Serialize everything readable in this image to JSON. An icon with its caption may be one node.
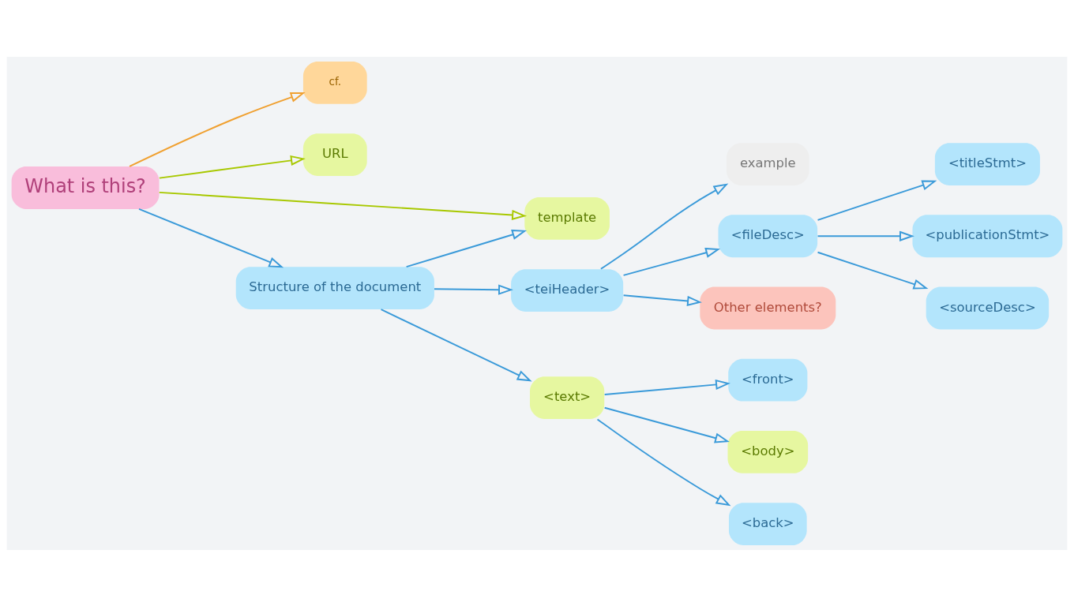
{
  "diagram": {
    "nodes": [
      {
        "text": [
          "What is this?"
        ]
      },
      {
        "text": [
          "cf."
        ]
      },
      {
        "text": [
          "URL"
        ]
      },
      {
        "text": [
          "template"
        ]
      },
      {
        "text": [
          "Structure of the document"
        ]
      },
      {
        "text": [
          "example"
        ]
      },
      {
        "text": [
          "<teiHeader>"
        ]
      },
      {
        "text": [
          "<fileDesc>"
        ]
      },
      {
        "text": [
          "<titleStmt>"
        ]
      },
      {
        "text": [
          "<publicationStmt>"
        ]
      },
      {
        "text": [
          "<sourceDesc>"
        ]
      },
      {
        "text": [
          "Other elements?"
        ]
      },
      {
        "text": [
          "<text>"
        ]
      },
      {
        "text": [
          "<front>"
        ]
      },
      {
        "text": [
          "<body>"
        ]
      },
      {
        "text": [
          "<back>"
        ]
      }
    ],
    "edges": [
      {
        "from": 0,
        "to": 1,
        "arrow": "to",
        "color": "#f0a030"
      },
      {
        "from": 0,
        "to": 2,
        "arrow": "to",
        "color": "#a8c800"
      },
      {
        "from": 0,
        "to": 3,
        "arrow": "to",
        "color": "#a8c800"
      },
      {
        "from": 0,
        "to": 4,
        "arrow": "to"
      },
      {
        "from": 4,
        "to": 3,
        "arrow": "to"
      },
      {
        "from": 4,
        "to": 6,
        "arrow": "to"
      },
      {
        "from": 6,
        "to": 5,
        "arrow": "to"
      },
      {
        "from": 6,
        "to": 7,
        "arrow": "to"
      },
      {
        "from": 7,
        "to": 8,
        "arrow": "to"
      },
      {
        "from": 7,
        "to": 9,
        "arrow": "to"
      },
      {
        "from": 7,
        "to": 10,
        "arrow": "to"
      },
      {
        "from": 6,
        "to": 11,
        "arrow": "to"
      },
      {
        "from": 4,
        "to": 12,
        "arrow": "to"
      },
      {
        "from": 12,
        "to": 13,
        "arrow": "to"
      },
      {
        "from": 12,
        "to": 14,
        "arrow": "to"
      },
      {
        "from": 12,
        "to": 15,
        "arrow": "to"
      }
    ]
  }
}
